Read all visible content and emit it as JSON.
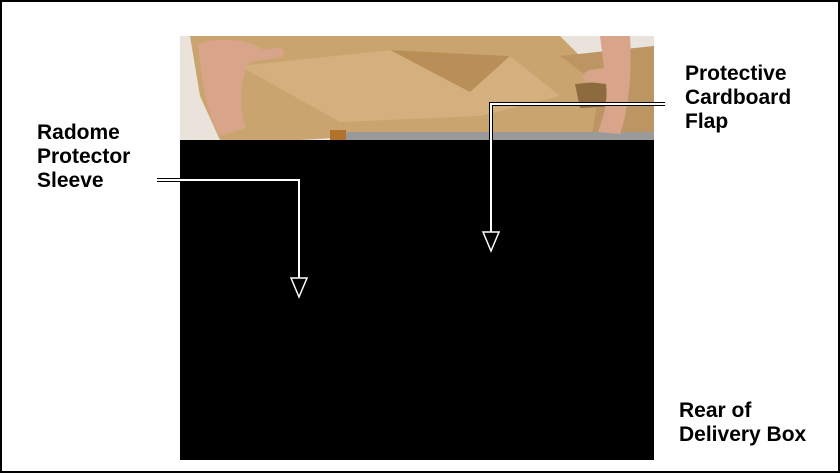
{
  "labels": {
    "radome_protector_sleeve": "Radome\nProtector\nSleeve",
    "protective_cardboard_flap": "Protective\nCardboard\nFlap",
    "rear_of_delivery_box": "Rear of\nDelivery Box"
  },
  "colors": {
    "border": "#000000",
    "photo_background": "#000000",
    "cardboard": "#c9a46f",
    "cardboard_shadow": "#a87f4c",
    "skin": "#d9a58a",
    "leader_line": "#ffffff"
  }
}
